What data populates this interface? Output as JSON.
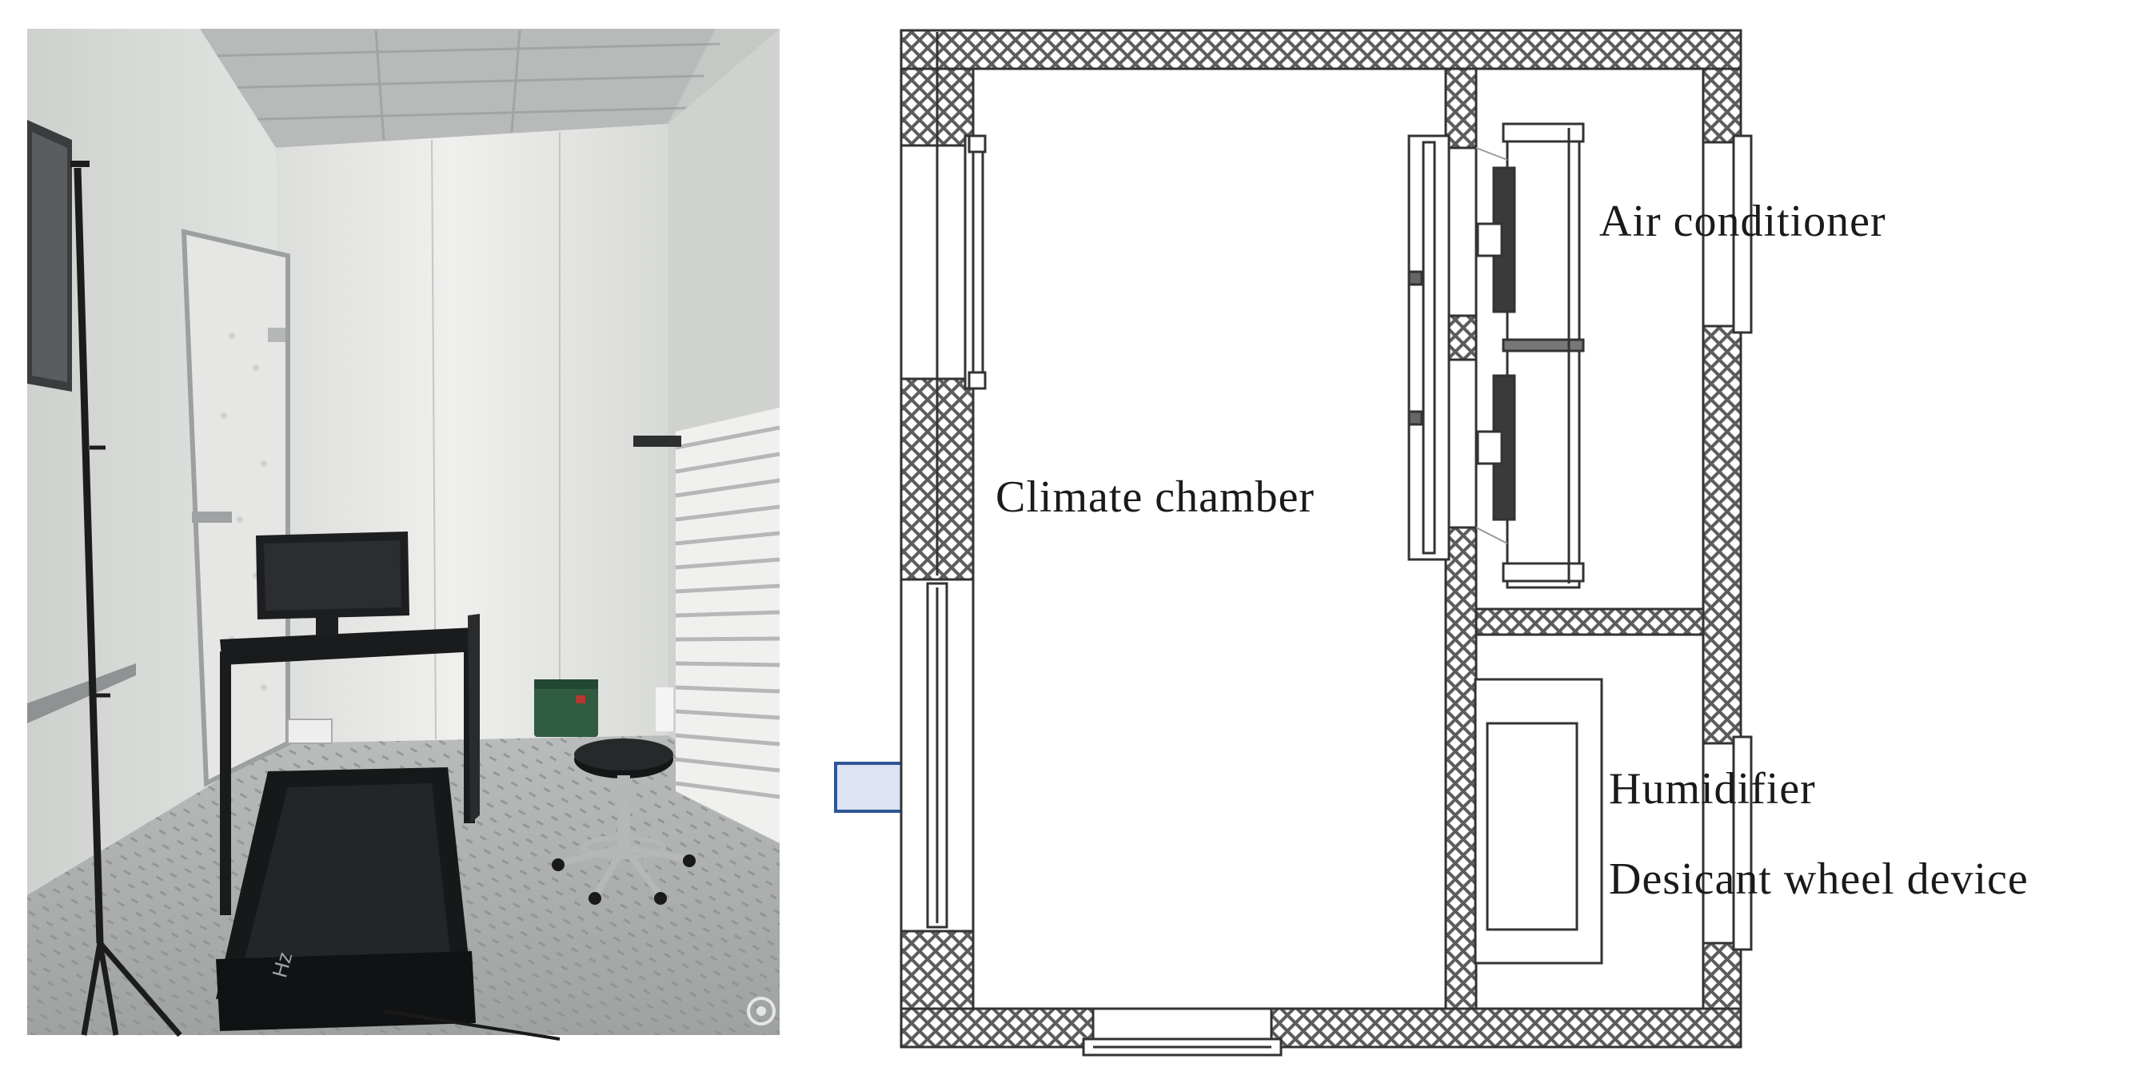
{
  "figure": {
    "photo": {
      "description_icon": "camera-icon"
    },
    "plan": {
      "labels": {
        "air_conditioner": "Air conditioner",
        "climate_chamber": "Climate chamber",
        "humidifier": "Humidifier",
        "desiccant": "Desicant wheel device"
      }
    },
    "colors": {
      "arrow_fill": "#dde3f2",
      "arrow_stroke": "#2f5597",
      "wall_hatch": "#777777",
      "line": "#333333"
    }
  }
}
